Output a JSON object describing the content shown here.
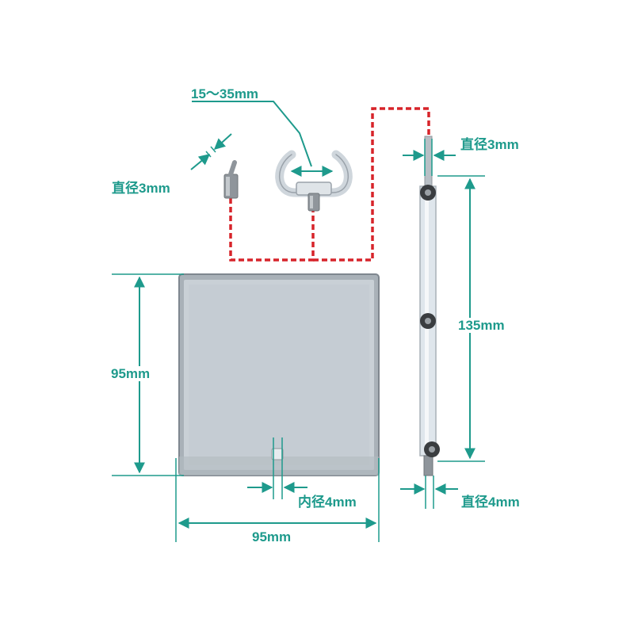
{
  "colors": {
    "dimension": "#1e9a8c",
    "connector": "#d7242a",
    "plate_fill": "#c5ccd3",
    "plate_frame": "#9aa2aa",
    "rod_fill": "#dfe6ec",
    "metal": "#8f959b",
    "joint": "#3a3d40"
  },
  "labels": {
    "clip_range": "15～35mm",
    "tip_diameter": "直径3mm",
    "rod_top_diameter": "直径3mm",
    "rod_length": "135mm",
    "base_height": "95mm",
    "base_width": "95mm",
    "hole_inner_diameter": "内径4mm",
    "rod_bottom_diameter": "直径4mm"
  },
  "icons": {
    "bent_tip": "bent-tip-icon",
    "c_clip": "c-clip-icon",
    "base_plate": "base-plate-icon",
    "support_rod": "support-rod-icon"
  }
}
